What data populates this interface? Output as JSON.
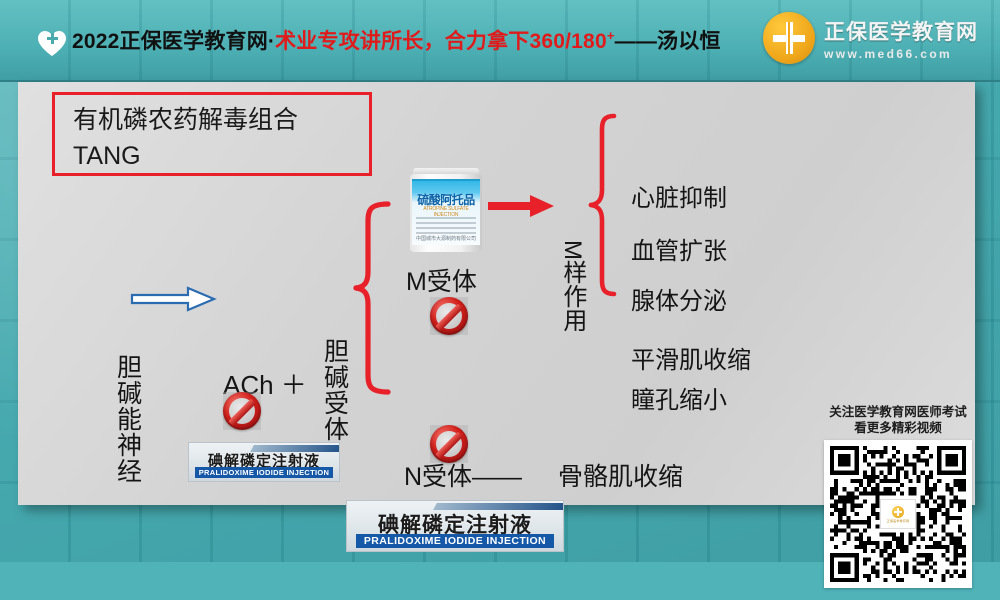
{
  "header": {
    "heart_icon": "heart-plus-icon",
    "title_black_prefix": "2022正保医学教育网·",
    "title_red": "术业专攻讲所长，合力拿下360/180",
    "title_red_sup": "+",
    "title_black_suffix": "——汤以恒",
    "brand_name": "正保医学教育网",
    "brand_url": "www.med66.com",
    "brand_mark_icon": "medical-cross-circle-icon",
    "teal": "#4db0b4",
    "red": "#e01b1b"
  },
  "slide": {
    "title_box": {
      "line1": "有机磷农药解毒组合",
      "line2": "TANG",
      "border_color": "#e8202a"
    },
    "bottle": {
      "name": "atropine-bottle",
      "label_cn": "硫酸阿托品",
      "label_sub": "ATROPINE SULFATE INJECTION",
      "label_foot": "中国城市大源制药有限公司"
    },
    "labels": {
      "cholinergic_nerve": "胆碱能神经",
      "ach": "ACh ＋",
      "cholinergic_receptor": "胆碱受体",
      "m_receptor": "M受体",
      "n_receptor": "N受体——",
      "skeletal_muscle": "骨骼肌收缩",
      "m_action": "M样作用"
    },
    "effects": [
      "心脏抑制",
      "血管扩张",
      "腺体分泌",
      "平滑肌收缩",
      "瞳孔缩小"
    ],
    "pralidoxime_small": {
      "cn": "碘解磷定注射液",
      "en": "PRALIDOXIME IODIDE INJECTION"
    },
    "pralidoxime_large": {
      "cn": "碘解磷定注射液",
      "en": "PRALIDOXIME IODIDE INJECTION"
    },
    "prohibition_icons": [
      "no-entry-icon",
      "no-entry-icon",
      "no-entry-icon"
    ],
    "arrow_blue": "#2b6cb0",
    "arrow_red": "#e8202a"
  },
  "qr": {
    "caption_line1": "关注医学教育网医师考试",
    "caption_line2": "看更多精彩视频",
    "image_name": "qr-code-image",
    "center_logo": "med66-logo-icon"
  }
}
